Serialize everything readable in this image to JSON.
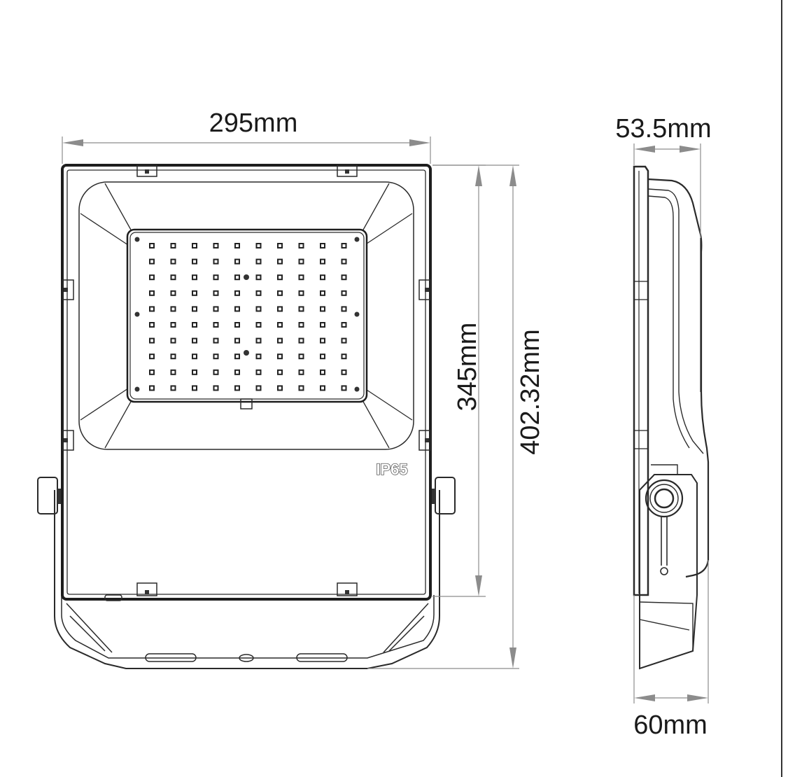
{
  "dimensions": {
    "width": "295mm",
    "depth_top": "53.5mm",
    "panel_height": "345mm",
    "total_height": "402.32mm",
    "depth_bottom": "60mm"
  },
  "rating": "IP65",
  "colors": {
    "line": "#2a2a2a",
    "dimension": "#8c8c8c",
    "text": "#1a1a1a"
  }
}
